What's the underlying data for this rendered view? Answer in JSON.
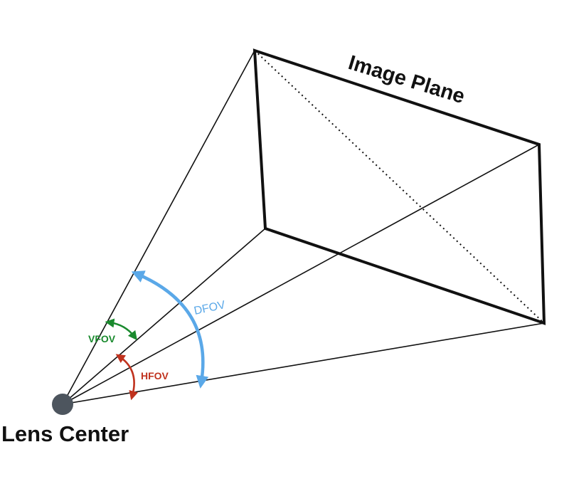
{
  "diagram": {
    "image_plane_label": "Image Plane",
    "lens_center_label": "Lens Center",
    "angles": {
      "vfov": {
        "label": "VFOV",
        "color": "#1a8a2e"
      },
      "hfov": {
        "label": "HFOV",
        "color": "#c0321e"
      },
      "dfov": {
        "label": "DFOV",
        "color": "#5aa8e8"
      }
    },
    "colors": {
      "lines": "#111111",
      "lens_dot": "#4d555e"
    }
  }
}
